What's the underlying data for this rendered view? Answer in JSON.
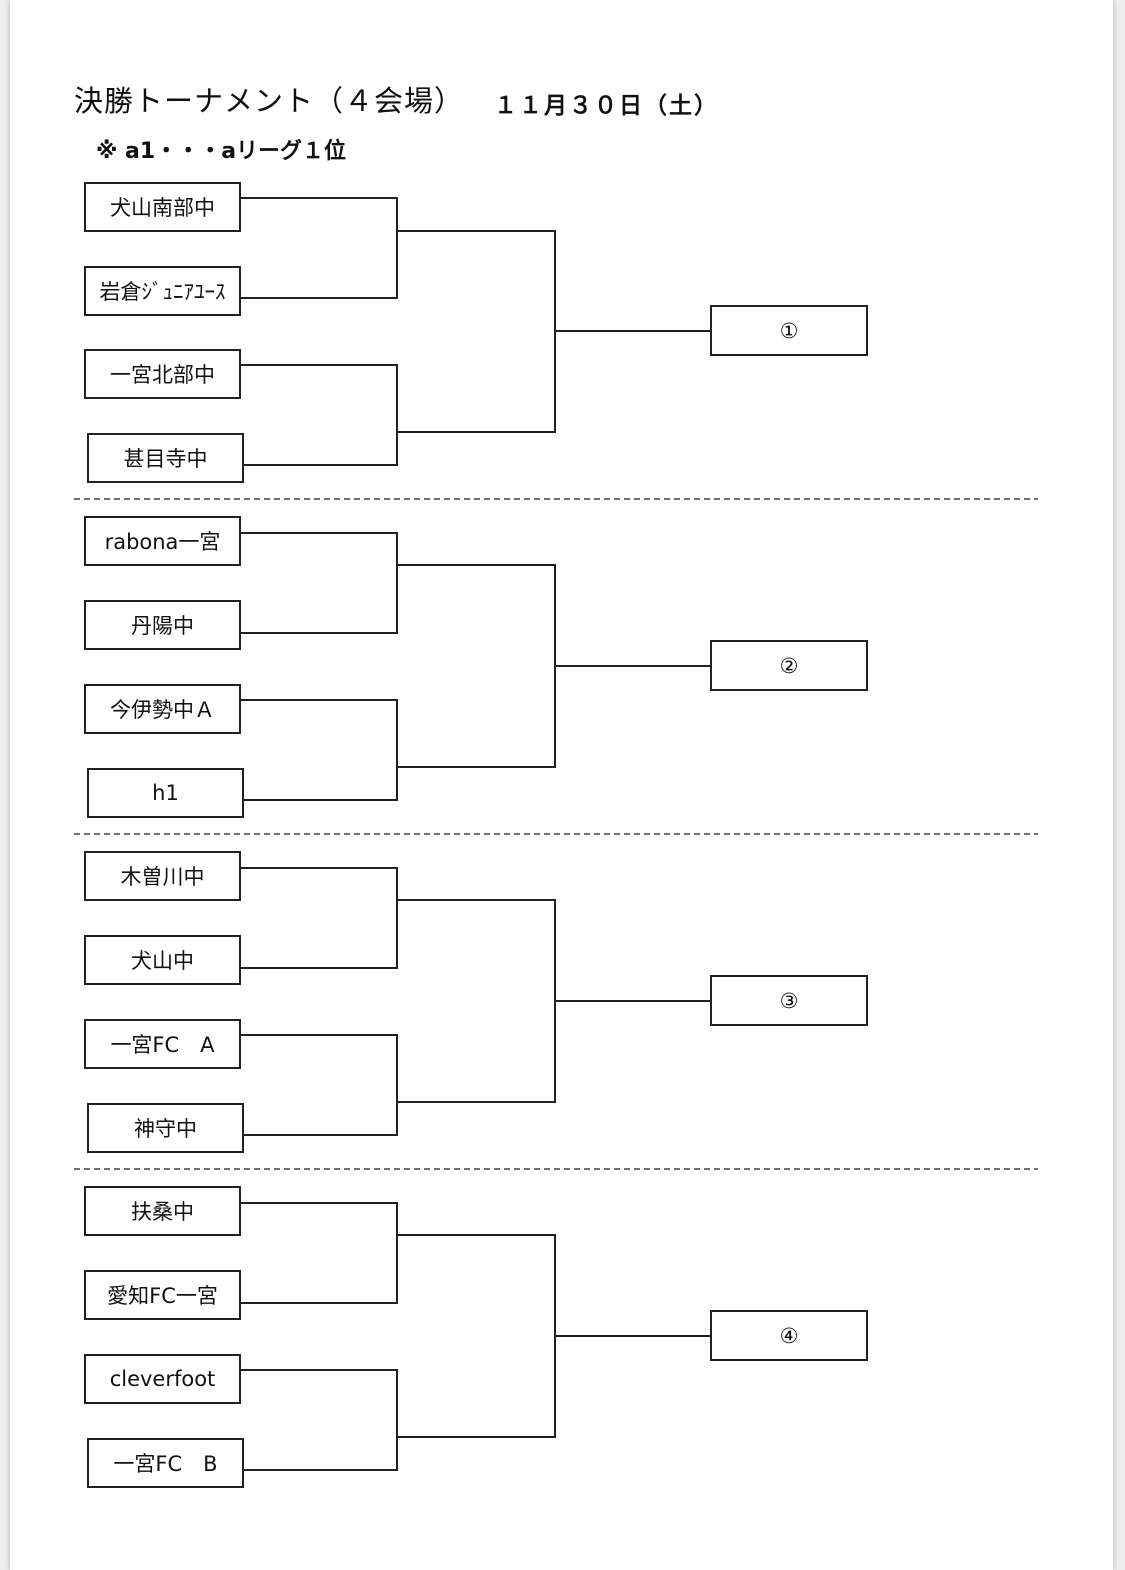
{
  "title": "決勝トーナメント（４会場）",
  "date": "１１月３０日（土）",
  "note": "※ a1・・・aリーグ１位",
  "groups": [
    {
      "teams": [
        "犬山南部中",
        "岩倉ｼﾞｭﾆｱﾕｰｽ",
        "一宮北部中",
        "甚目寺中"
      ],
      "result": "①"
    },
    {
      "teams": [
        "rabona一宮",
        "丹陽中",
        "今伊勢中Ａ",
        "h1"
      ],
      "result": "②"
    },
    {
      "teams": [
        "木曽川中",
        "犬山中",
        "一宮FC　A",
        "神守中"
      ],
      "result": "③"
    },
    {
      "teams": [
        "扶桑中",
        "愛知FC一宮",
        "cleverfoot",
        "一宮FC　B"
      ],
      "result": "④"
    }
  ]
}
